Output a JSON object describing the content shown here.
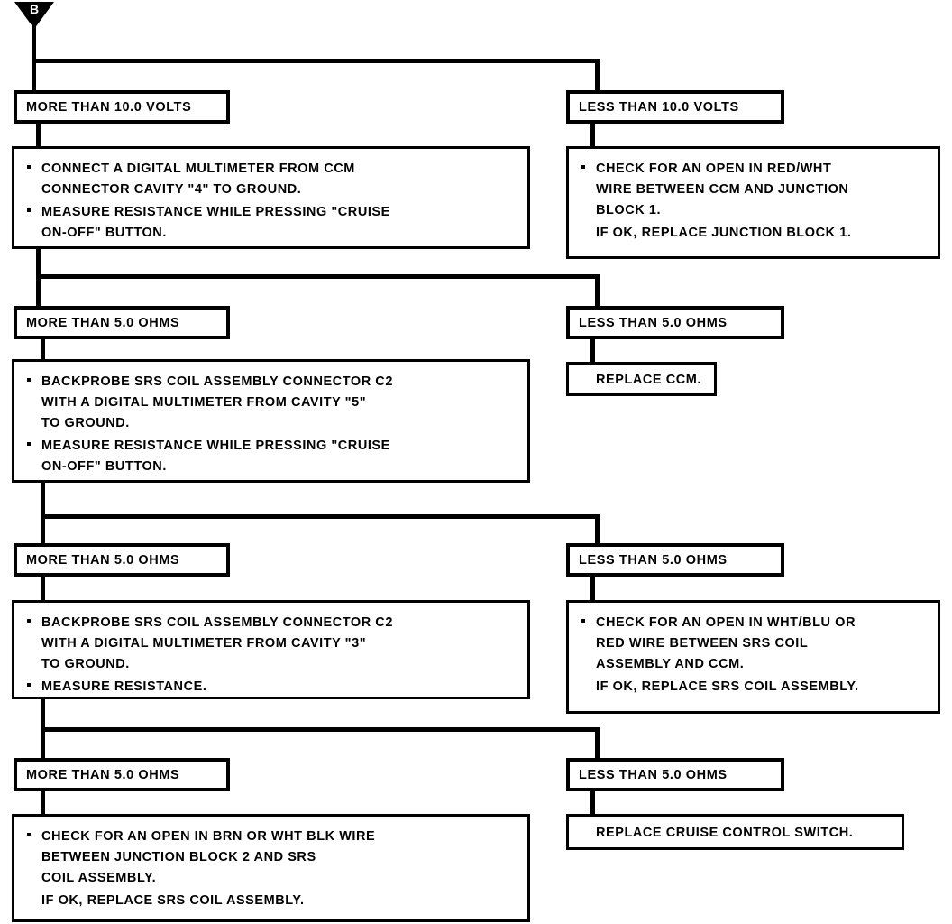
{
  "diagram": {
    "type": "troubleshooting-flowchart",
    "title": "",
    "entry_marker": {
      "icon": "down-triangle-connector-icon",
      "label": "B"
    },
    "branches": [
      {
        "id": "branch-1",
        "left": {
          "condition_label": "MORE THAN 10.0 VOLTS",
          "items": [
            {
              "bullet": true,
              "lines": [
                "CONNECT A DIGITAL MULTIMETER FROM CCM",
                "CONNECTOR CAVITY \"4\" TO GROUND."
              ]
            },
            {
              "bullet": true,
              "lines": [
                "MEASURE RESISTANCE WHILE PRESSING \"CRUISE",
                "ON-OFF\" BUTTON."
              ]
            }
          ]
        },
        "right": {
          "condition_label": "LESS THAN 10.0 VOLTS",
          "items": [
            {
              "bullet": true,
              "lines": [
                "CHECK FOR AN OPEN IN RED/WHT",
                "WIRE BETWEEN CCM AND JUNCTION",
                "BLOCK 1."
              ]
            },
            {
              "bullet": false,
              "lines": [
                "IF OK, REPLACE JUNCTION BLOCK 1."
              ]
            }
          ]
        }
      },
      {
        "id": "branch-2",
        "left": {
          "condition_label": "MORE THAN 5.0 OHMS",
          "items": [
            {
              "bullet": true,
              "lines": [
                "BACKPROBE SRS COIL ASSEMBLY CONNECTOR C2",
                "WITH A DIGITAL MULTIMETER FROM CAVITY \"5\"",
                "TO GROUND."
              ]
            },
            {
              "bullet": true,
              "lines": [
                "MEASURE RESISTANCE WHILE PRESSING \"CRUISE",
                "ON-OFF\" BUTTON."
              ]
            }
          ]
        },
        "right": {
          "condition_label": "LESS THAN 5.0 OHMS",
          "items": [
            {
              "bullet": false,
              "lines": [
                "REPLACE CCM."
              ]
            }
          ]
        }
      },
      {
        "id": "branch-3",
        "left": {
          "condition_label": "MORE THAN 5.0 OHMS",
          "items": [
            {
              "bullet": true,
              "lines": [
                "BACKPROBE SRS COIL ASSEMBLY CONNECTOR C2",
                "WITH A DIGITAL MULTIMETER FROM CAVITY \"3\"",
                "TO GROUND."
              ]
            },
            {
              "bullet": true,
              "lines": [
                "MEASURE RESISTANCE."
              ]
            }
          ]
        },
        "right": {
          "condition_label": "LESS THAN 5.0 OHMS",
          "items": [
            {
              "bullet": true,
              "lines": [
                "CHECK FOR AN OPEN IN WHT/BLU OR",
                "RED WIRE BETWEEN SRS COIL",
                "ASSEMBLY AND CCM."
              ]
            },
            {
              "bullet": false,
              "lines": [
                "IF OK, REPLACE SRS COIL ASSEMBLY."
              ]
            }
          ]
        }
      },
      {
        "id": "branch-4",
        "left": {
          "condition_label": "MORE THAN 5.0 OHMS",
          "items": [
            {
              "bullet": true,
              "lines": [
                "CHECK FOR AN OPEN IN BRN OR WHT BLK WIRE",
                "BETWEEN JUNCTION BLOCK 2 AND SRS",
                "COIL ASSEMBLY."
              ]
            },
            {
              "bullet": false,
              "lines": [
                "IF OK, REPLACE SRS COIL ASSEMBLY."
              ]
            }
          ]
        },
        "right": {
          "condition_label": "LESS THAN 5.0 OHMS",
          "items": [
            {
              "bullet": false,
              "lines": [
                "REPLACE CRUISE CONTROL SWITCH."
              ]
            }
          ]
        }
      }
    ],
    "colors": {
      "ink": "#000000",
      "paper": "#ffffff"
    }
  }
}
